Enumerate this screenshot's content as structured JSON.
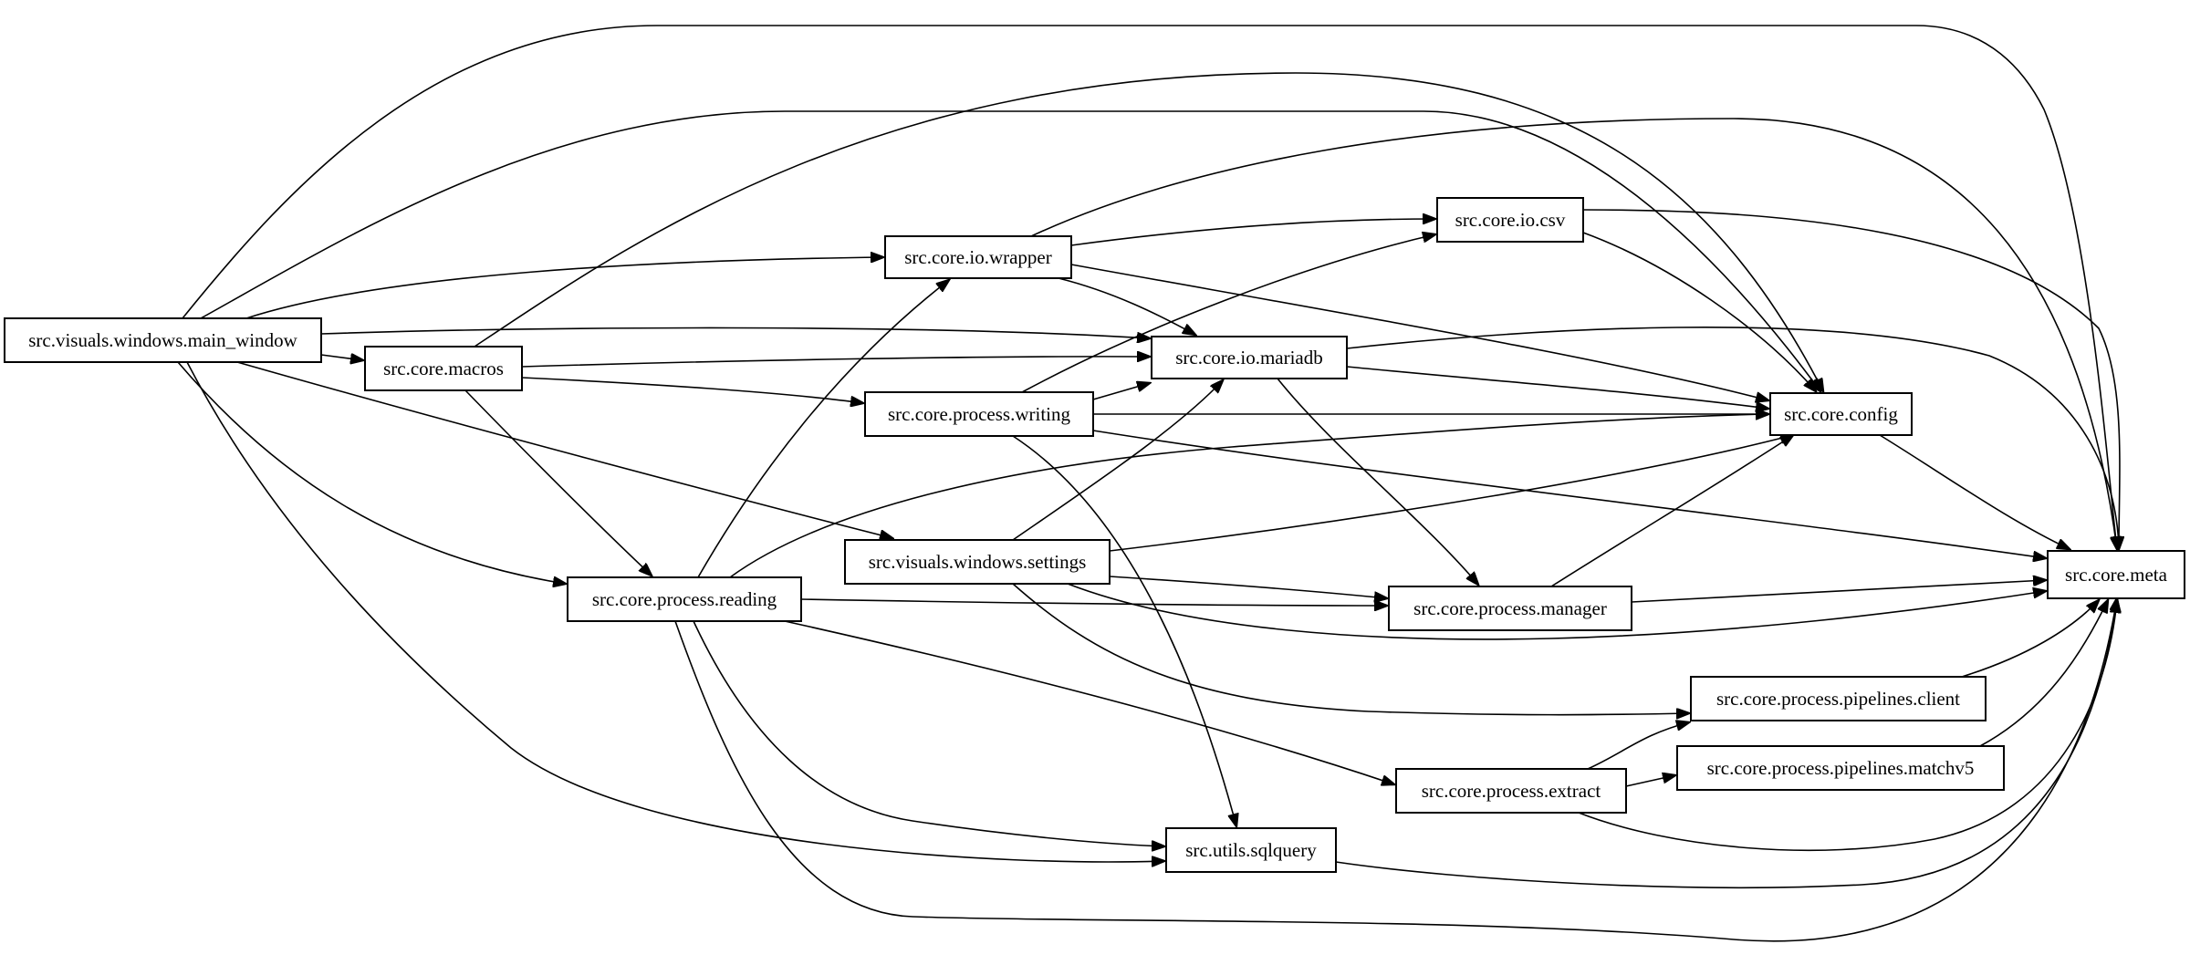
{
  "nodes": [
    {
      "id": "main_window",
      "label": "src.visuals.windows.main_window"
    },
    {
      "id": "macros",
      "label": "src.core.macros"
    },
    {
      "id": "wrapper",
      "label": "src.core.io.wrapper"
    },
    {
      "id": "csv",
      "label": "src.core.io.csv"
    },
    {
      "id": "mariadb",
      "label": "src.core.io.mariadb"
    },
    {
      "id": "writing",
      "label": "src.core.process.writing"
    },
    {
      "id": "config",
      "label": "src.core.config"
    },
    {
      "id": "settings",
      "label": "src.visuals.windows.settings"
    },
    {
      "id": "reading",
      "label": "src.core.process.reading"
    },
    {
      "id": "manager",
      "label": "src.core.process.manager"
    },
    {
      "id": "meta",
      "label": "src.core.meta"
    },
    {
      "id": "client",
      "label": "src.core.process.pipelines.client"
    },
    {
      "id": "matchv5",
      "label": "src.core.process.pipelines.matchv5"
    },
    {
      "id": "extract",
      "label": "src.core.process.extract"
    },
    {
      "id": "sqlquery",
      "label": "src.utils.sqlquery"
    }
  ],
  "edges": [
    {
      "from": "main_window",
      "to": "meta"
    },
    {
      "from": "main_window",
      "to": "config"
    },
    {
      "from": "main_window",
      "to": "wrapper"
    },
    {
      "from": "main_window",
      "to": "mariadb"
    },
    {
      "from": "main_window",
      "to": "macros"
    },
    {
      "from": "main_window",
      "to": "settings"
    },
    {
      "from": "main_window",
      "to": "reading"
    },
    {
      "from": "main_window",
      "to": "sqlquery"
    },
    {
      "from": "macros",
      "to": "config"
    },
    {
      "from": "macros",
      "to": "mariadb"
    },
    {
      "from": "macros",
      "to": "writing"
    },
    {
      "from": "macros",
      "to": "reading"
    },
    {
      "from": "wrapper",
      "to": "meta"
    },
    {
      "from": "wrapper",
      "to": "csv"
    },
    {
      "from": "wrapper",
      "to": "mariadb"
    },
    {
      "from": "wrapper",
      "to": "config"
    },
    {
      "from": "csv",
      "to": "meta"
    },
    {
      "from": "csv",
      "to": "config"
    },
    {
      "from": "mariadb",
      "to": "meta"
    },
    {
      "from": "mariadb",
      "to": "config"
    },
    {
      "from": "mariadb",
      "to": "manager"
    },
    {
      "from": "writing",
      "to": "csv"
    },
    {
      "from": "writing",
      "to": "mariadb"
    },
    {
      "from": "writing",
      "to": "config"
    },
    {
      "from": "writing",
      "to": "meta"
    },
    {
      "from": "writing",
      "to": "sqlquery"
    },
    {
      "from": "settings",
      "to": "mariadb"
    },
    {
      "from": "settings",
      "to": "config"
    },
    {
      "from": "settings",
      "to": "manager"
    },
    {
      "from": "settings",
      "to": "meta"
    },
    {
      "from": "settings",
      "to": "client"
    },
    {
      "from": "reading",
      "to": "wrapper"
    },
    {
      "from": "reading",
      "to": "config"
    },
    {
      "from": "reading",
      "to": "manager"
    },
    {
      "from": "reading",
      "to": "extract"
    },
    {
      "from": "reading",
      "to": "sqlquery"
    },
    {
      "from": "reading",
      "to": "meta"
    },
    {
      "from": "manager",
      "to": "config"
    },
    {
      "from": "manager",
      "to": "meta"
    },
    {
      "from": "config",
      "to": "meta"
    },
    {
      "from": "client",
      "to": "meta"
    },
    {
      "from": "matchv5",
      "to": "meta"
    },
    {
      "from": "extract",
      "to": "client"
    },
    {
      "from": "extract",
      "to": "matchv5"
    },
    {
      "from": "extract",
      "to": "meta"
    },
    {
      "from": "sqlquery",
      "to": "meta"
    }
  ]
}
